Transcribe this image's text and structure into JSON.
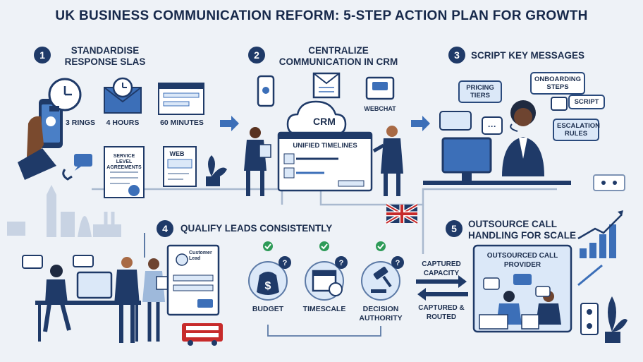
{
  "title": "UK BUSINESS COMMUNICATION REFORM: 5-STEP ACTION PLAN FOR GROWTH",
  "steps": [
    {
      "number": "1",
      "title_line1": "STANDARDISE",
      "title_line2": "RESPONSE SLAs",
      "labels": {
        "rings": "3 RINGS",
        "hours": "4 HOURS",
        "minutes": "60 MINUTES",
        "sla_doc": "SERVICE LEVEL AGREEMENTS",
        "web": "WEB"
      }
    },
    {
      "number": "2",
      "title_line1": "CENTRALIZE",
      "title_line2": "COMMUNICATION IN CRM",
      "labels": {
        "crm": "CRM",
        "webchat": "WEBCHAT",
        "timelines": "UNIFIED TIMELINES"
      }
    },
    {
      "number": "3",
      "title": "SCRIPT KEY MESSAGES",
      "labels": {
        "pricing": "PRICING TIERS",
        "onboarding": "ONBOARDING STEPS",
        "script": "SCRIPT",
        "escalation": "ESCALATION RULES"
      }
    },
    {
      "number": "4",
      "title": "QUALIFY LEADS CONSISTENTLY",
      "labels": {
        "customer_lead": "Customer Lead",
        "budget": "BUDGET",
        "timescale": "TIMESCALE",
        "decision": "DECISION AUTHORITY"
      }
    },
    {
      "number": "5",
      "title_line1": "OUTSOURCE CALL",
      "title_line2": "HANDLING FOR SCALE",
      "labels": {
        "provider": "OUTSOURCED CALL PROVIDER",
        "captured_capacity": "CAPTURED CAPACITY",
        "captured_routed": "CAPTURED & ROUTED"
      }
    }
  ],
  "colors": {
    "navy": "#1f3a68",
    "accent": "#3c6fb8",
    "light": "#dbe8f8",
    "green": "#2e9b58",
    "bg": "#eef2f7"
  }
}
